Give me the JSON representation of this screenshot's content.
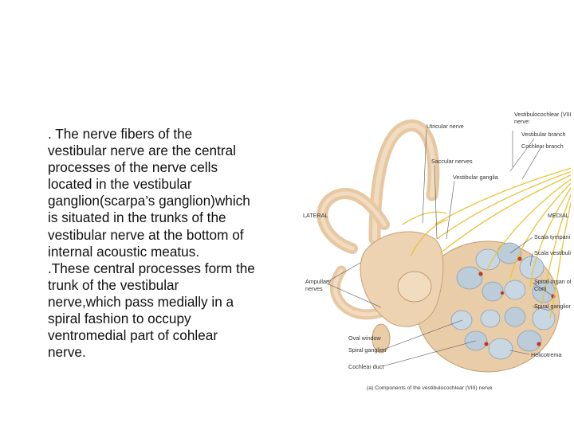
{
  "slide": {
    "text_lines": [
      ". The nerve fibers of the",
      "vestibular nerve are the central",
      "processes of the nerve cells",
      "located in the vestibular",
      "ganglion(scarpa’s ganglion)which",
      "is situated in the trunks of the",
      "vestibular nerve at the bottom of",
      "internal acoustic meatus.",
      ".These central processes form the",
      "trunk of the vestibular",
      "nerve,which pass medially in a",
      "spiral fashion  to occupy",
      "ventromedial part of cohlear",
      "nerve."
    ]
  },
  "figure": {
    "labels": {
      "vestibulocochlear_1": "Vestibulocochlear (VIII)",
      "vestibulocochlear_2": "nerve:",
      "vestibular_branch": "Vestibular branch",
      "cochlear_branch": "Cochlear branch",
      "utricular_nerve": "Utricular nerve",
      "saccular_nerves": "Saccular nerves",
      "vestibular_ganglia": "Vestibular ganglia",
      "lateral": "LATERAL",
      "medial": "MEDIAL",
      "scala_tympani": "Scala tympani",
      "scala_vestibuli": "Scala vestibuli",
      "ampullary_1": "Ampullary",
      "ampullary_2": "nerves",
      "spiral_organ_1": "Spiral organ of",
      "spiral_organ_2": "Corti",
      "spiral_ganglion_right": "Spiral ganglion",
      "oval_window": "Oval window",
      "spiral_ganglion_left": "Spiral ganglion",
      "cochlear_duct": "Cochlear duct",
      "helicotrema": "Helicotrema",
      "caption": "(a) Components of the vestibulocochlear (VIII) nerve"
    }
  }
}
